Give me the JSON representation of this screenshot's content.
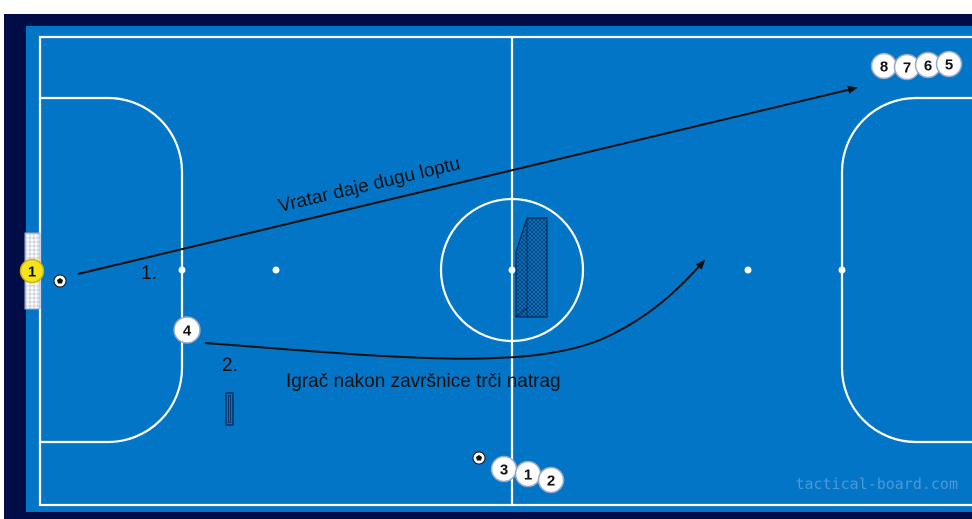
{
  "board": {
    "colors": {
      "frame": "#020c47",
      "court": "#0375c7",
      "lines": "#ffffff",
      "goalkeeper": "#f7e21e",
      "player": "#ffffff",
      "arrow": "#111111"
    },
    "annotations": {
      "step1_number": "1.",
      "step1_text": "Vratar daje dugu loptu",
      "step2_number": "2.",
      "step2_text": "Igrač nakon završnice trči natrag"
    },
    "goalkeeper": {
      "number": "1"
    },
    "attacker": {
      "number": "4"
    },
    "group_top_right": [
      "8",
      "7",
      "6",
      "5"
    ],
    "group_bottom": [
      "3",
      "1",
      "2"
    ],
    "watermark": "tactical-board.com",
    "icons": [
      "goal-net-icon",
      "soccer-ball-icon",
      "portable-goal-icon",
      "cone-marker-icon"
    ]
  }
}
